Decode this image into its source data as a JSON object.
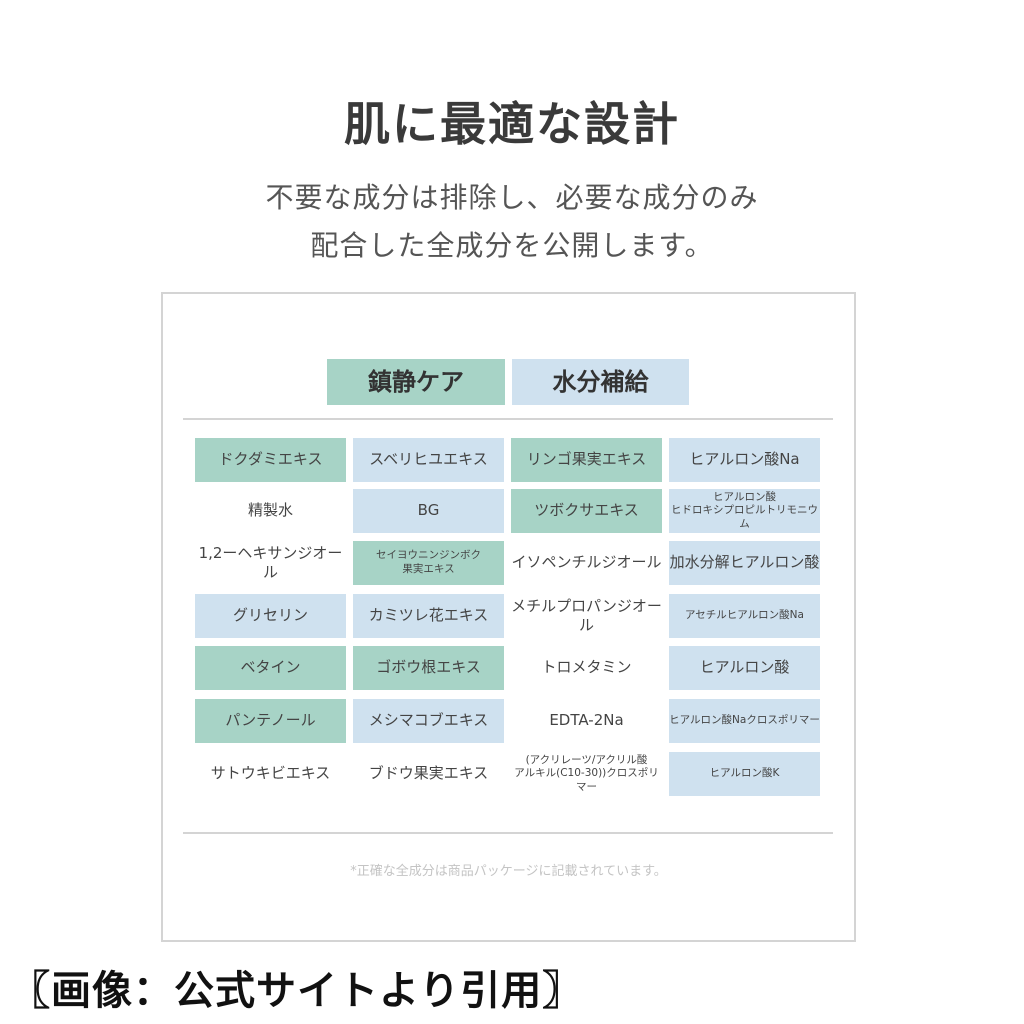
{
  "heading": "肌に最適な設計",
  "subheading_line1": "不要な成分は排除し、必要な成分のみ",
  "subheading_line2": "配合した全成分を公開します。",
  "legend": {
    "calm": "鎮静ケア",
    "moisture": "水分補給"
  },
  "colors": {
    "calm": "#a7d3c6",
    "moisture": "#cfe1ef",
    "border": "#d4d4d4"
  },
  "ingredients": [
    [
      {
        "text": "ドクダミエキス",
        "type": "calm"
      },
      {
        "text": "スベリヒユエキス",
        "type": "moisture"
      },
      {
        "text": "リンゴ果実エキス",
        "type": "calm"
      },
      {
        "text": "ヒアルロン酸Na",
        "type": "moisture"
      }
    ],
    [
      {
        "text": "精製水",
        "type": "none"
      },
      {
        "text": "BG",
        "type": "moisture"
      },
      {
        "text": "ツボクサエキス",
        "type": "calm"
      },
      {
        "text": "ヒアルロン酸\nヒドロキシプロピルトリモニウム",
        "type": "moisture",
        "size": "small"
      }
    ],
    [
      {
        "text": "1,2ーヘキサンジオール",
        "type": "none"
      },
      {
        "text": "セイヨウニンジンボク\n果実エキス",
        "type": "calm",
        "size": "small"
      },
      {
        "text": "イソペンチルジオール",
        "type": "none"
      },
      {
        "text": "加水分解ヒアルロン酸",
        "type": "moisture"
      }
    ],
    [
      {
        "text": "グリセリン",
        "type": "moisture"
      },
      {
        "text": "カミツレ花エキス",
        "type": "moisture"
      },
      {
        "text": "メチルプロパンジオール",
        "type": "none"
      },
      {
        "text": "アセチルヒアルロン酸Na",
        "type": "moisture",
        "size": "small"
      }
    ],
    [
      {
        "text": "ベタイン",
        "type": "calm"
      },
      {
        "text": "ゴボウ根エキス",
        "type": "calm"
      },
      {
        "text": "トロメタミン",
        "type": "none"
      },
      {
        "text": "ヒアルロン酸",
        "type": "moisture"
      }
    ],
    [
      {
        "text": "パンテノール",
        "type": "calm"
      },
      {
        "text": "メシマコブエキス",
        "type": "moisture"
      },
      {
        "text": "EDTA-2Na",
        "type": "none"
      },
      {
        "text": "ヒアルロン酸Naクロスポリマー",
        "type": "moisture",
        "size": "small"
      }
    ],
    [
      {
        "text": "サトウキビエキス",
        "type": "none"
      },
      {
        "text": "ブドウ果実エキス",
        "type": "none"
      },
      {
        "text": "(アクリレーツ/アクリル酸\nアルキル(C10-30))クロスポリマー",
        "type": "none",
        "size": "small"
      },
      {
        "text": "ヒアルロン酸K",
        "type": "moisture",
        "size": "small"
      }
    ]
  ],
  "footnote": "*正確な全成分は商品パッケージに記載されています。",
  "caption": "〖画像：公式サイトより引用〗"
}
